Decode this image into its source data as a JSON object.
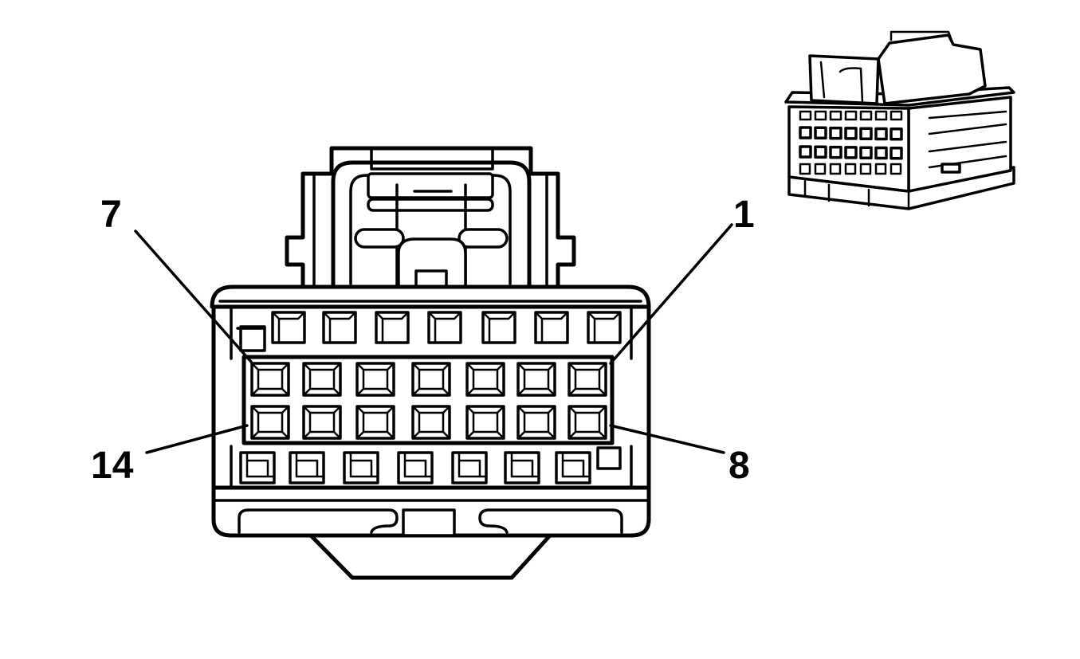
{
  "callouts": {
    "pin_top_right": "1",
    "pin_top_left": "7",
    "pin_bottom_right": "8",
    "pin_bottom_left": "14"
  },
  "colors": {
    "line": "#000000",
    "background": "#ffffff"
  }
}
